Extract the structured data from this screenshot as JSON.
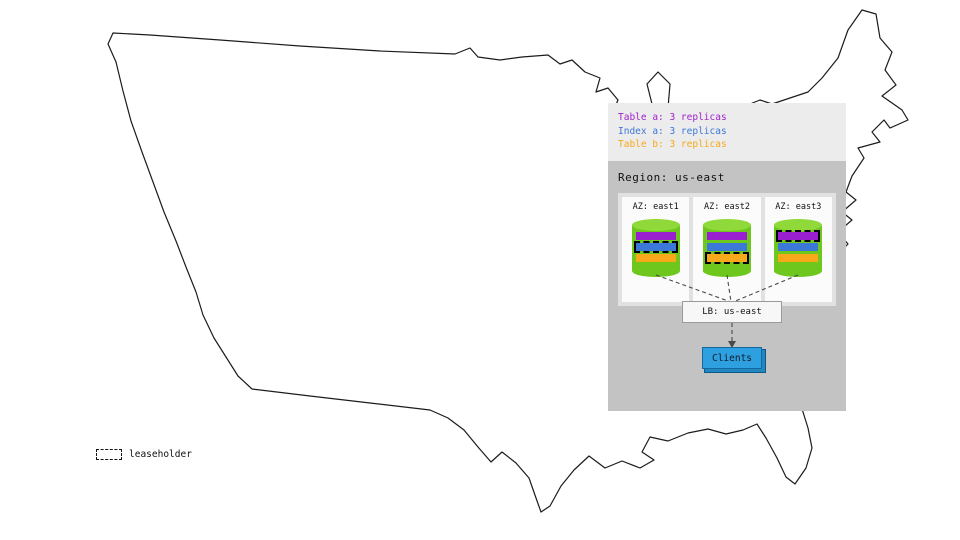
{
  "legend": {
    "items": [
      {
        "name": "table-a",
        "label": "Table a: 3 replicas",
        "color": "#a21fcf"
      },
      {
        "name": "index-a",
        "label": "Index a: 3 replicas",
        "color": "#3c78d8"
      },
      {
        "name": "table-b",
        "label": "Table b: 3 replicas",
        "color": "#f7a81b"
      }
    ]
  },
  "region": {
    "title": "Region: us-east",
    "azs": [
      {
        "label": "AZ: east1",
        "replicas": [
          {
            "name": "table-a",
            "color": "#9a1fd1",
            "leaseholder": false
          },
          {
            "name": "index-a",
            "color": "#3c78d8",
            "leaseholder": true
          },
          {
            "name": "table-b",
            "color": "#f7a81b",
            "leaseholder": false
          }
        ]
      },
      {
        "label": "AZ: east2",
        "replicas": [
          {
            "name": "table-a",
            "color": "#9a1fd1",
            "leaseholder": false
          },
          {
            "name": "index-a",
            "color": "#3c78d8",
            "leaseholder": false
          },
          {
            "name": "table-b",
            "color": "#f7a81b",
            "leaseholder": true
          }
        ]
      },
      {
        "label": "AZ: east3",
        "replicas": [
          {
            "name": "table-a",
            "color": "#9a1fd1",
            "leaseholder": true
          },
          {
            "name": "index-a",
            "color": "#3c78d8",
            "leaseholder": false
          },
          {
            "name": "table-b",
            "color": "#f7a81b",
            "leaseholder": false
          }
        ]
      }
    ],
    "load_balancer": {
      "label": "LB: us-east"
    },
    "clients": {
      "label": "Clients",
      "color": "#2e9fdf"
    }
  },
  "map_legend": {
    "label": "leaseholder"
  },
  "colors": {
    "cylinder": "#6dc71c",
    "cylinder_top": "#8fd93a",
    "clients": "#2e9fdf",
    "table_a": "#9a1fd1",
    "index_a": "#3c78d8",
    "table_b": "#f7a81b"
  }
}
